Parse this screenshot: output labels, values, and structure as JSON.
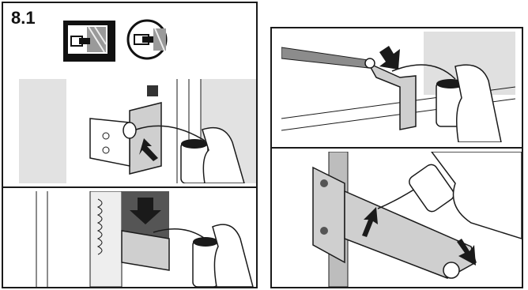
{
  "step": {
    "number": "8.1"
  },
  "icons": {
    "wrong_example": "dark-background-hinge-icon",
    "correct_example": "circled-hinge-icon"
  },
  "colors": {
    "line": "#1a1a1a",
    "shade": "#d9d9d9",
    "mid": "#8c8c8c",
    "dark": "#333333"
  },
  "illustrations": [
    "lubricate-lower-hinge-pivot",
    "lubricate-hinge-slot-from-top",
    "lubricate-hinge-bracket-with-screwdriver",
    "lubricate-hinge-arm-joint"
  ]
}
